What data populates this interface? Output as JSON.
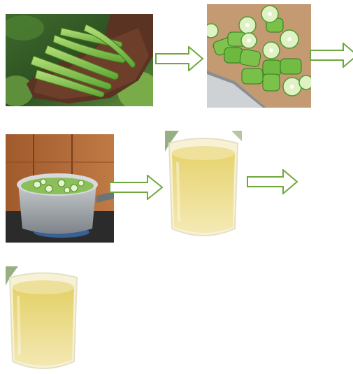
{
  "flow": {
    "steps": [
      {
        "image": "okra-pods-in-hand"
      },
      {
        "image": "chopped-okra-slices-on-cutting-board"
      },
      {
        "image": "okra-boiling-in-steel-pot-on-stove"
      },
      {
        "image": "glass-of-okra-water"
      },
      {
        "image": "glass-of-okra-water-final"
      }
    ],
    "arrow_color": "#70a83f",
    "arrow_fill": "#ffffff",
    "arrow_count": 4
  }
}
